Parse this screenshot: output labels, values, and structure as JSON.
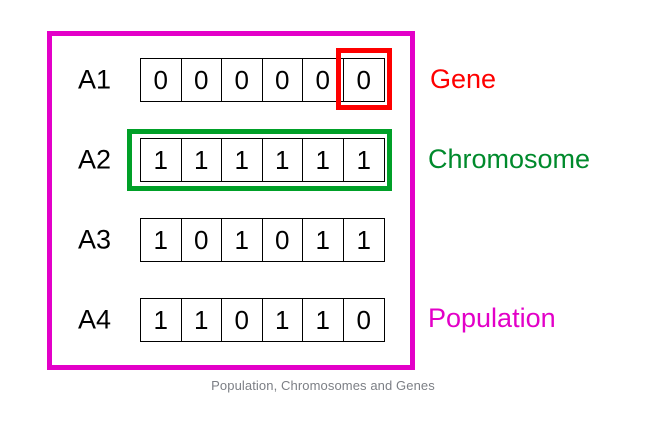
{
  "figure": {
    "caption": "Population, Chromosomes and Genes",
    "colors": {
      "population_frame": "#e300c8",
      "gene_highlight": "#fe0000",
      "chromosome_highlight": "#00a028",
      "grid_line": "#000000",
      "background": "#ffffff",
      "caption_text": "#7c7f85"
    }
  },
  "rows": [
    {
      "label": "A1",
      "genes": [
        "0",
        "0",
        "0",
        "0",
        "0",
        "0"
      ]
    },
    {
      "label": "A2",
      "genes": [
        "1",
        "1",
        "1",
        "1",
        "1",
        "1"
      ]
    },
    {
      "label": "A3",
      "genes": [
        "1",
        "0",
        "1",
        "0",
        "1",
        "1"
      ]
    },
    {
      "label": "A4",
      "genes": [
        "1",
        "1",
        "0",
        "1",
        "1",
        "0"
      ]
    }
  ],
  "annotations": {
    "gene": "Gene",
    "chromosome": "Chromosome",
    "population": "Population"
  }
}
